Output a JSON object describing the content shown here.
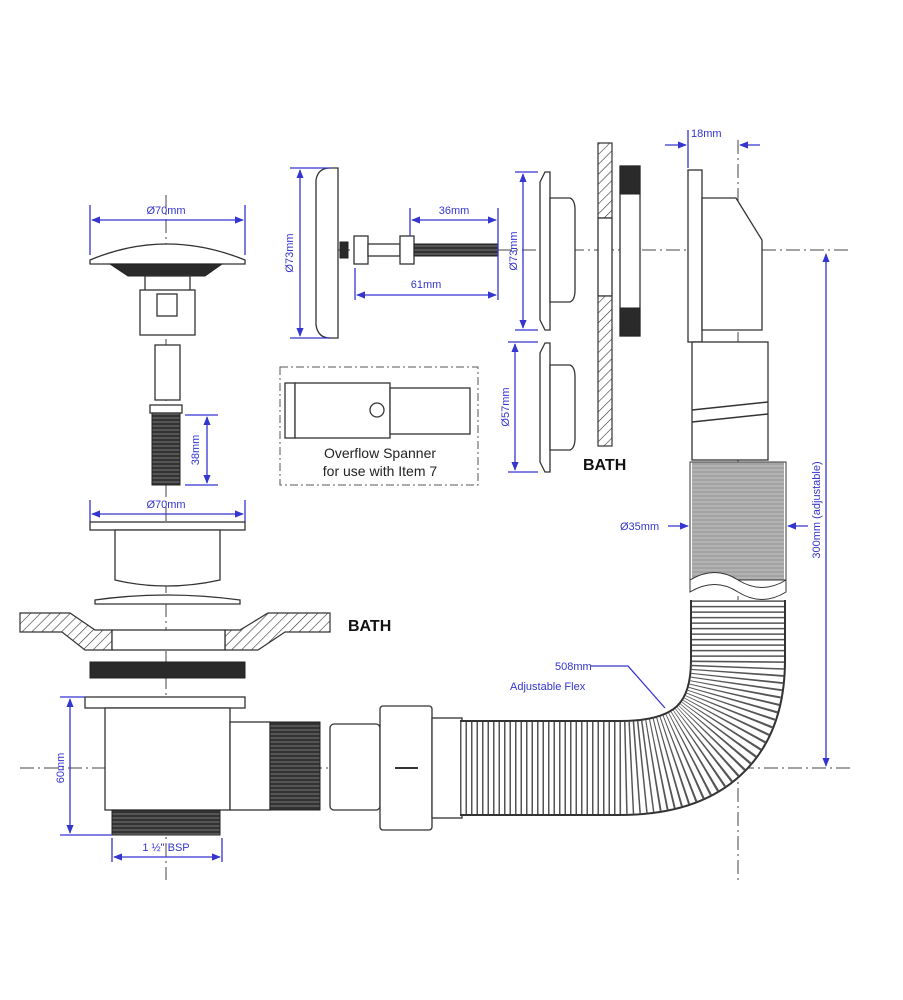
{
  "dimensions": {
    "plug_diameter": "Ø70mm",
    "plug_thread_length": "38mm",
    "waste_flange_diameter": "Ø70mm",
    "overflow_plate_diameter_side": "Ø73mm",
    "bolt_thread_length": "36mm",
    "bolt_total_length": "61mm",
    "overflow_plate_diameter": "Ø73mm",
    "overflow_small_plate_diameter": "Ø57mm",
    "overflow_offset": "18mm",
    "flex_diameter": "Ø35mm",
    "overflow_height": "300mm (adjustable)",
    "waste_height": "60mm",
    "waste_thread": "1 ½\" BSP"
  },
  "labels": {
    "bath_bottom": "BATH",
    "bath_side": "BATH",
    "spanner_line1": "Overflow Spanner",
    "spanner_line2": "for use with Item 7",
    "flex_length": "508mm",
    "flex_desc": "Adjustable Flex"
  },
  "colors": {
    "dimension": "#3535d0",
    "line": "#333333"
  }
}
